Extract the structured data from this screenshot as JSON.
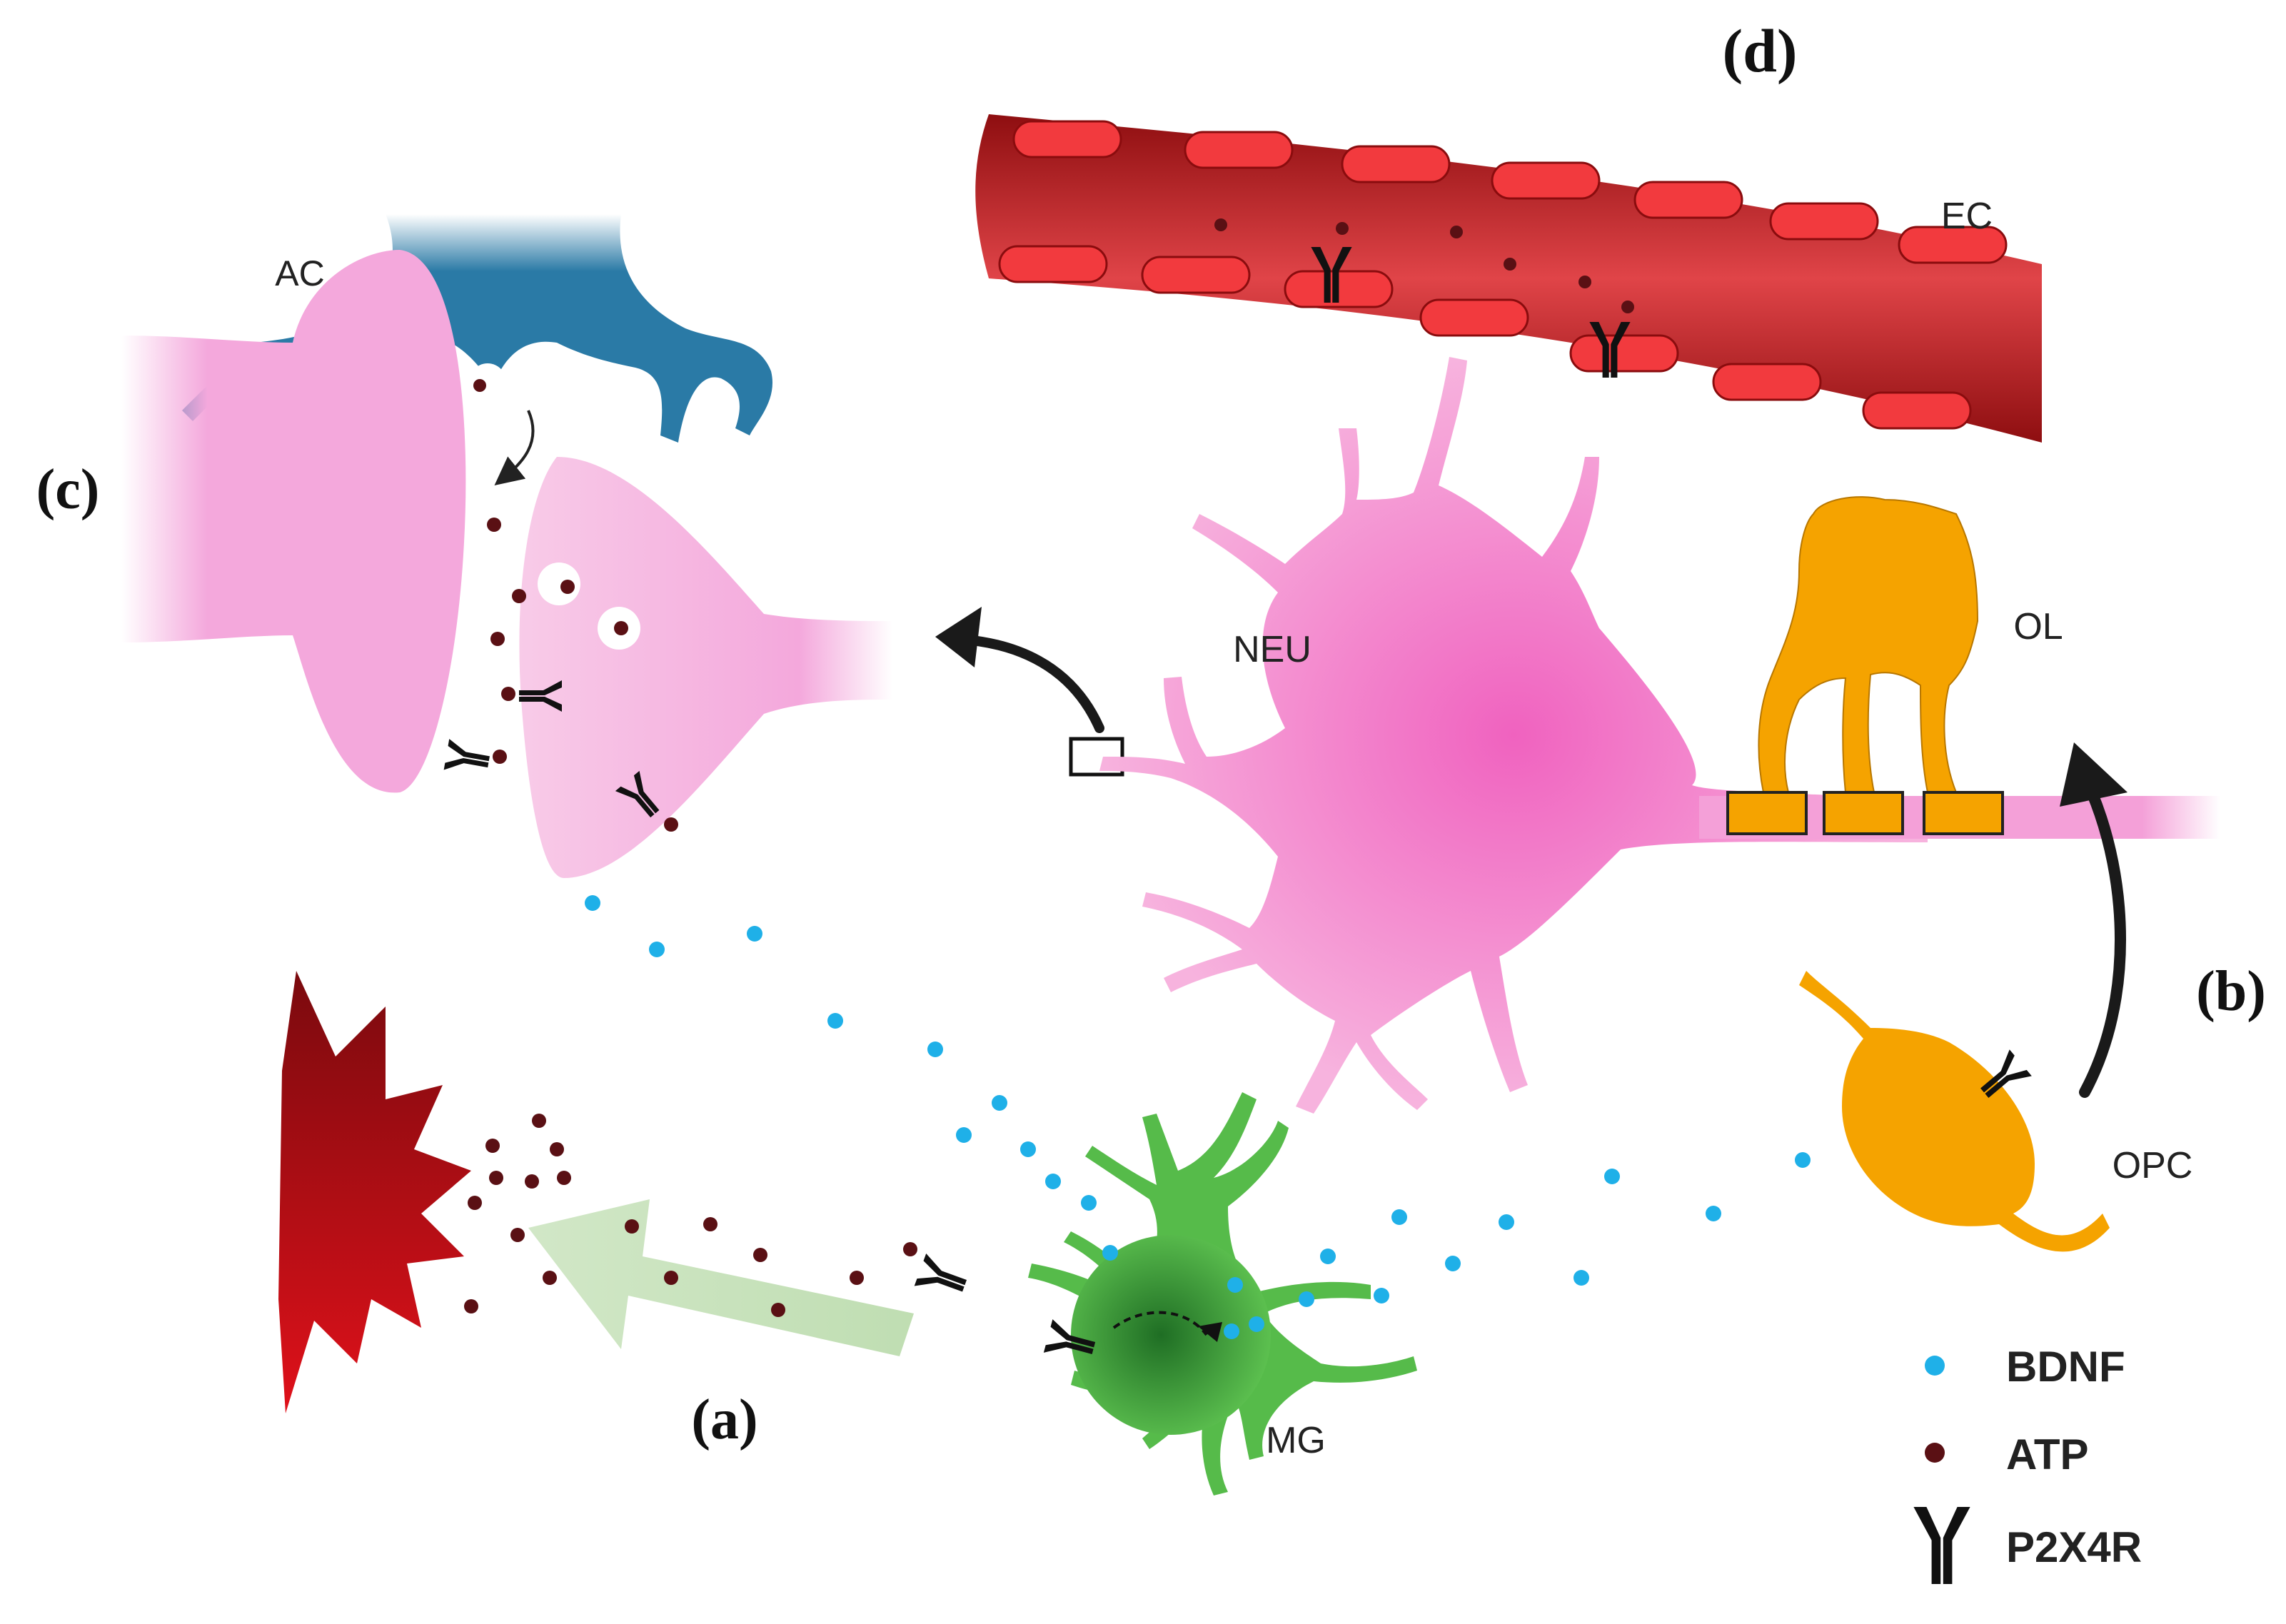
{
  "panels": {
    "a": "(a)",
    "b": "(b)",
    "c": "(c)",
    "d": "(d)"
  },
  "cells": {
    "astrocyte": "AC",
    "endothelial": "EC",
    "neuron": "NEU",
    "oligodendrocyte": "OL",
    "opc": "OPC",
    "microglia": "MG"
  },
  "legend": {
    "bdnf": "BDNF",
    "atp": "ATP",
    "p2x4r": "P2X4R"
  },
  "colors": {
    "bdnf": "#1fb0e8",
    "atp": "#5a1014",
    "receptor": "#111111",
    "astrocyte": "#2a7aa6",
    "vessel": "#c81e22",
    "neuron": "#f4a8d8",
    "oligodendrocyte": "#f5a300",
    "microglia": "#4fb848",
    "injury": "#b00d14"
  }
}
